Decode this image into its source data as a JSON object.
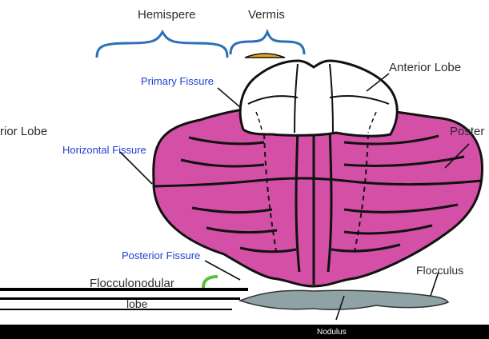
{
  "diagram": {
    "hemisphere_label": "Hemispere",
    "vermis_label": "Vermis",
    "primary_fissure_label": "Primary Fissure",
    "anterior_lobe_label": "Anterior Lobe",
    "left_lobe_label": "rior Lobe",
    "posterior_lobe_label": "Poster",
    "horizontal_fissure_label": "Horizontal Fissure",
    "posterior_fissure_label": "Posterior Fissure",
    "flocculus_label": "Flocculus",
    "flocculonodular_label": "Flocculonodular",
    "lobe_label": "lobe",
    "nodulus_label": "Nodulus"
  },
  "colors": {
    "posterior_lobe_fill": "#d44fa6",
    "anterior_lobe_fill": "#ffffff",
    "flocculus_fill": "#8fa3a6",
    "bracket_blue": "#2a6fb8",
    "fissure_label_blue": "#1f3fd1",
    "outline": "#111111",
    "vermis_accent": "#e8a51c"
  }
}
